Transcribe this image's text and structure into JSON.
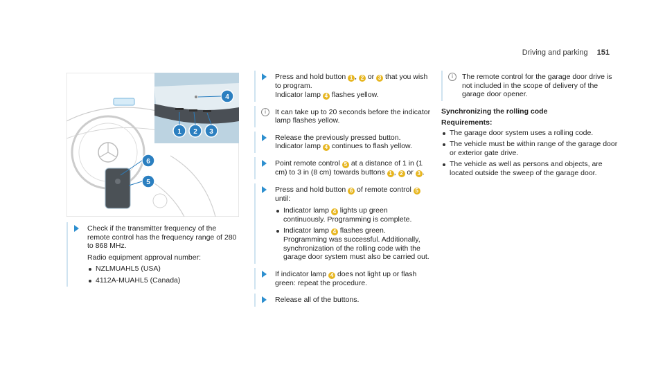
{
  "header": {
    "section": "Driving and parking",
    "page": "151"
  },
  "figure": {
    "callouts": [
      "1",
      "2",
      "3",
      "4",
      "5",
      "6"
    ]
  },
  "col1": {
    "step": {
      "prefix": "Check if the transmitter frequency of the remote control has the frequency range of 280 to 868 MHz."
    },
    "approval_title": "Radio equipment approval number:",
    "approvals": [
      "NZLMUAHL5 (USA)",
      "4112A-MUAHL5 (Canada)"
    ]
  },
  "col2": {
    "s1": {
      "t1": "Press and hold button",
      "t2": ",",
      "t3": "or",
      "t4": "that you wish to program.",
      "t5": "Indicator lamp",
      "t6": "flashes yellow."
    },
    "note": "It can take up to 20 seconds before the indicator lamp flashes yellow.",
    "s2": {
      "t1": "Release the previously pressed button.",
      "t2": "Indicator lamp",
      "t3": "continues to flash yellow."
    },
    "s3": {
      "t1": "Point remote control",
      "t2": "at a distance of 1 in (1 cm) to 3 in (8 cm) towards buttons",
      "t3": ",",
      "t4": "or",
      "t5": "."
    },
    "s4": {
      "t1": "Press and hold button",
      "t2": "of remote control",
      "t3": "until:",
      "b1a": "Indicator lamp",
      "b1b": "lights up green continuously. Programming is complete.",
      "b2a": "Indicator lamp",
      "b2b": "flashes green. Programming was successful. Additionally, synchronization of the rolling code with the garage door system must also be carried out."
    },
    "s5": {
      "t1": "If indicator lamp",
      "t2": "does not light up or flash green: repeat the procedure."
    },
    "s6": "Release all of the buttons."
  },
  "col3": {
    "note": "The remote control for the garage door drive is not included in the scope of delivery of the garage door opener.",
    "heading": "Synchronizing the rolling code",
    "req_label": "Requirements:",
    "reqs": [
      "The garage door system uses a rolling code.",
      "The vehicle must be within range of the garage door or exterior gate drive.",
      "The vehicle as well as persons and objects, are located outside the sweep of the garage door."
    ]
  },
  "colors": {
    "arrow": "#2d8fcf",
    "badge": "#e7b620",
    "callout": "#2b7fc0"
  }
}
